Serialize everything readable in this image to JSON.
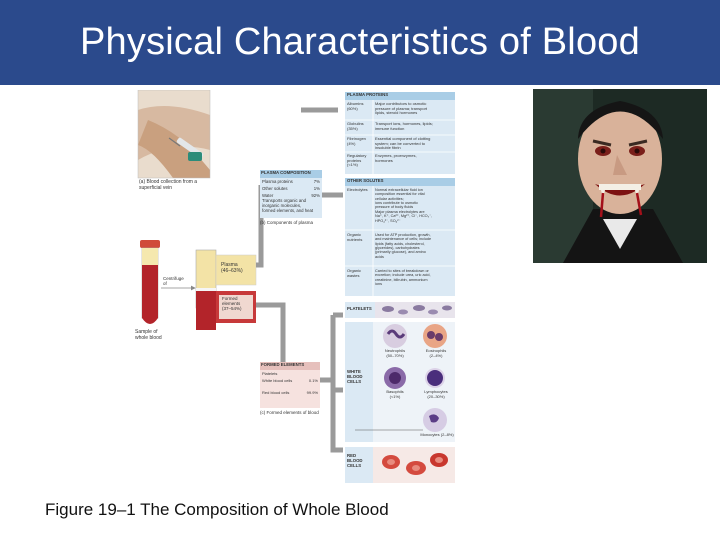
{
  "slide": {
    "title": "Physical Characteristics of Blood",
    "caption": "Figure 19–1 The Composition of Whole Blood"
  },
  "figure": {
    "photo_a_caption_line1": "(a) Blood collection from a",
    "photo_a_caption_line2": "superficial vein",
    "tube_labels": {
      "plasma": "Plasma",
      "plasma_pct": "(46–63%)",
      "formed": "Formed",
      "formed_2": "elements",
      "formed_pct": "(37–54%)",
      "sample_line1": "Sample of",
      "sample_line2": "whole blood",
      "centrifuge_line1": "Centrifuge",
      "centrifuge_line2": "of"
    },
    "plasma_composition": {
      "header": "PLASMA COMPOSITION",
      "rows": [
        {
          "name": "Plasma proteins",
          "value": "7%"
        },
        {
          "name": "Other solutes",
          "value": "1%"
        },
        {
          "name": "Water",
          "value": "92%"
        }
      ],
      "water_note_1": "Transports organic and",
      "water_note_2": "inorganic molecules,",
      "water_note_3": "formed elements, and heat",
      "caption": "(b) Components of plasma"
    },
    "plasma_proteins": {
      "header": "PLASMA PROTEINS",
      "rows": [
        {
          "name": "Albumins",
          "pct": "(60%)",
          "desc1": "Major contributors to osmotic",
          "desc2": "pressure of plasma; transport",
          "desc3": "lipids, steroid hormones"
        },
        {
          "name": "Globulins",
          "pct": "(35%)",
          "desc1": "Transport ions, hormones, lipids;",
          "desc2": "immune function",
          "desc3": ""
        },
        {
          "name": "Fibrinogen",
          "pct": "(4%)",
          "desc1": "Essential component of clotting",
          "desc2": "system; can be converted to",
          "desc3": "insoluble fibrin"
        },
        {
          "name": "Regulatory",
          "pct": "proteins (<1%)",
          "desc1": "Enzymes, proenzymes,",
          "desc2": "hormones",
          "desc3": ""
        }
      ]
    },
    "other_solutes": {
      "header": "OTHER SOLUTES",
      "rows": [
        {
          "name": "Electrolytes",
          "desc": [
            "Normal extracellular fluid ion",
            "composition essential for vital",
            "cellular activities;",
            "ions contribute to osmotic",
            "pressure of body fluids",
            "Major plasma electrolytes are",
            "Na⁺, K⁺, Ca²⁺, Mg²⁺, Cl⁻, HCO₃⁻,",
            "HPO₄²⁻, SO₄²⁻"
          ]
        },
        {
          "name": "Organic",
          "name2": "nutrients",
          "desc": [
            "Used for ATP production, growth,",
            "and maintenance of cells; include",
            "lipids (fatty acids, cholesterol,",
            "glycerides), carbohydrates",
            "(primarily glucose), and amino",
            "acids"
          ]
        },
        {
          "name": "Organic",
          "name2": "wastes",
          "desc": [
            "Carried to sites of breakdown or",
            "excretion; include urea, uric acid,",
            "creatinine, bilirubin, ammonium",
            "ions"
          ]
        }
      ]
    },
    "platelets": {
      "label": "PLATELETS"
    },
    "wbc": {
      "label1": "WHITE",
      "label2": "BLOOD",
      "label3": "CELLS",
      "cells": [
        {
          "name": "Neutrophils",
          "pct": "(50–70%)"
        },
        {
          "name": "Eosinophils",
          "pct": "(2–4%)"
        },
        {
          "name": "Basophils",
          "pct": "(<1%)"
        },
        {
          "name": "Lymphocytes",
          "pct": "(20–30%)"
        },
        {
          "name": "Monocytes",
          "pct": "(2–8%)"
        }
      ]
    },
    "formed_elements": {
      "header": "FORMED ELEMENTS",
      "rows": [
        {
          "name": "Platelets",
          "value": ""
        },
        {
          "name": "White blood cells",
          "value": "0.1%"
        },
        {
          "name": "Red blood cells",
          "value": "99.9%"
        }
      ],
      "caption": "(c) Formed elements of blood"
    },
    "rbc": {
      "label1": "RED",
      "label2": "BLOOD",
      "label3": "CELLS"
    }
  },
  "colors": {
    "title_bar": "#2b4a8c",
    "plasma_panel": "#dbe9f4",
    "panel_header": "#a9cde6",
    "plasma_yellow": "#f3e3a6",
    "blood_red": "#b3242a",
    "connector": "#9a9a9a"
  }
}
